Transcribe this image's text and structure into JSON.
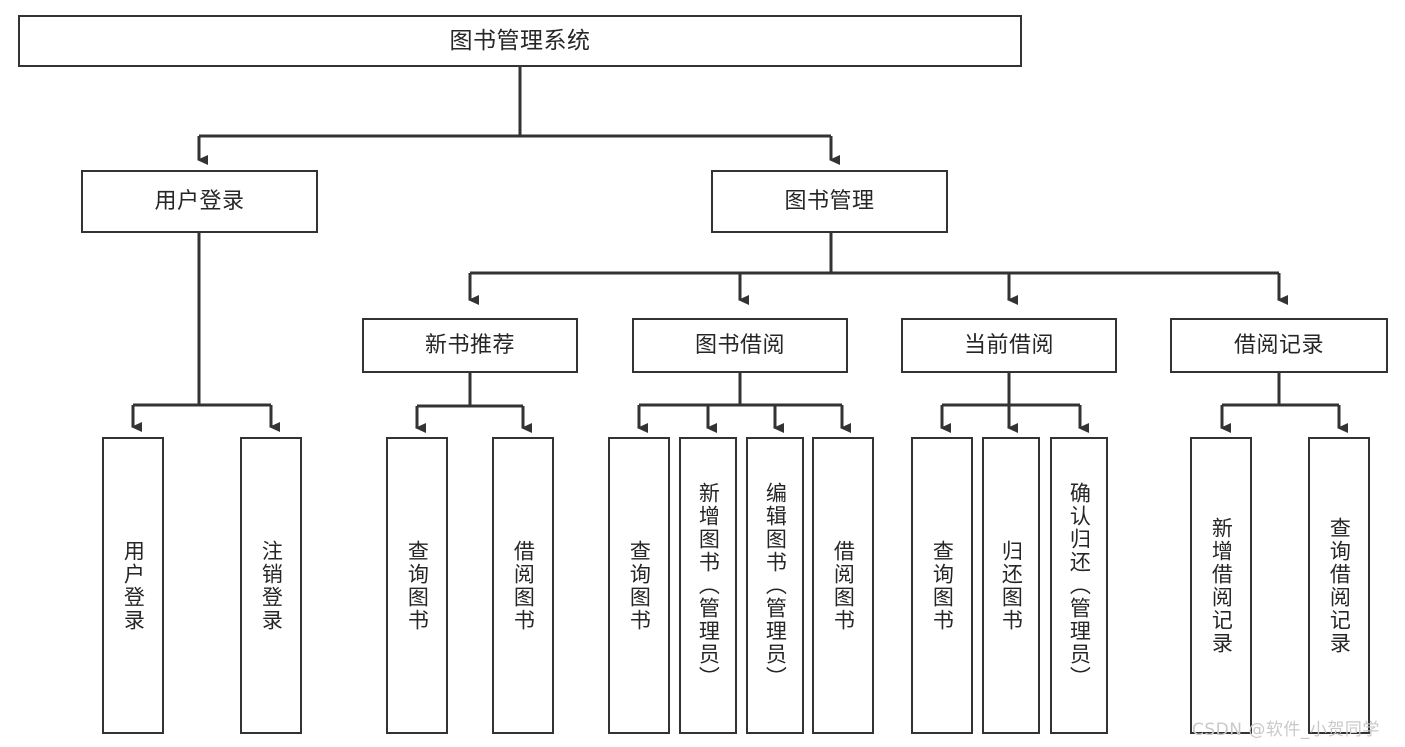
{
  "diagram": {
    "title": "图书管理系统",
    "type": "tree-hierarchy",
    "colors": {
      "border": "#333333",
      "text": "#262626",
      "background": "#ffffff",
      "watermark": "#c9c9c9"
    },
    "root": {
      "label": "图书管理系统"
    },
    "level2": [
      {
        "id": "user-login",
        "label": "用户登录"
      },
      {
        "id": "book-manage",
        "label": "图书管理"
      }
    ],
    "level3": [
      {
        "id": "new-book-recommend",
        "label": "新书推荐",
        "parent": "book-manage"
      },
      {
        "id": "book-borrow",
        "label": "图书借阅",
        "parent": "book-manage"
      },
      {
        "id": "current-borrow",
        "label": "当前借阅",
        "parent": "book-manage"
      },
      {
        "id": "borrow-record",
        "label": "借阅记录",
        "parent": "book-manage"
      }
    ],
    "leaves": {
      "user-login": [
        {
          "id": "leaf-user-login",
          "label": "用户登录"
        },
        {
          "id": "leaf-user-logout",
          "label": "注销登录"
        }
      ],
      "new-book-recommend": [
        {
          "id": "leaf-query-book-1",
          "label": "查询图书"
        },
        {
          "id": "leaf-borrow-book-1",
          "label": "借阅图书"
        }
      ],
      "book-borrow": [
        {
          "id": "leaf-query-book-2",
          "label": "查询图书"
        },
        {
          "id": "leaf-add-book",
          "label": "新增图书（管理员）"
        },
        {
          "id": "leaf-edit-book",
          "label": "编辑图书（管理员）"
        },
        {
          "id": "leaf-borrow-book-2",
          "label": "借阅图书"
        }
      ],
      "current-borrow": [
        {
          "id": "leaf-query-book-3",
          "label": "查询图书"
        },
        {
          "id": "leaf-return-book",
          "label": "归还图书"
        },
        {
          "id": "leaf-confirm-return",
          "label": "确认归还（管理员）"
        }
      ],
      "borrow-record": [
        {
          "id": "leaf-add-record",
          "label": "新增借阅记录"
        },
        {
          "id": "leaf-query-record",
          "label": "查询借阅记录"
        }
      ]
    }
  },
  "watermark": {
    "text": "CSDN @软件_小贺同学"
  }
}
